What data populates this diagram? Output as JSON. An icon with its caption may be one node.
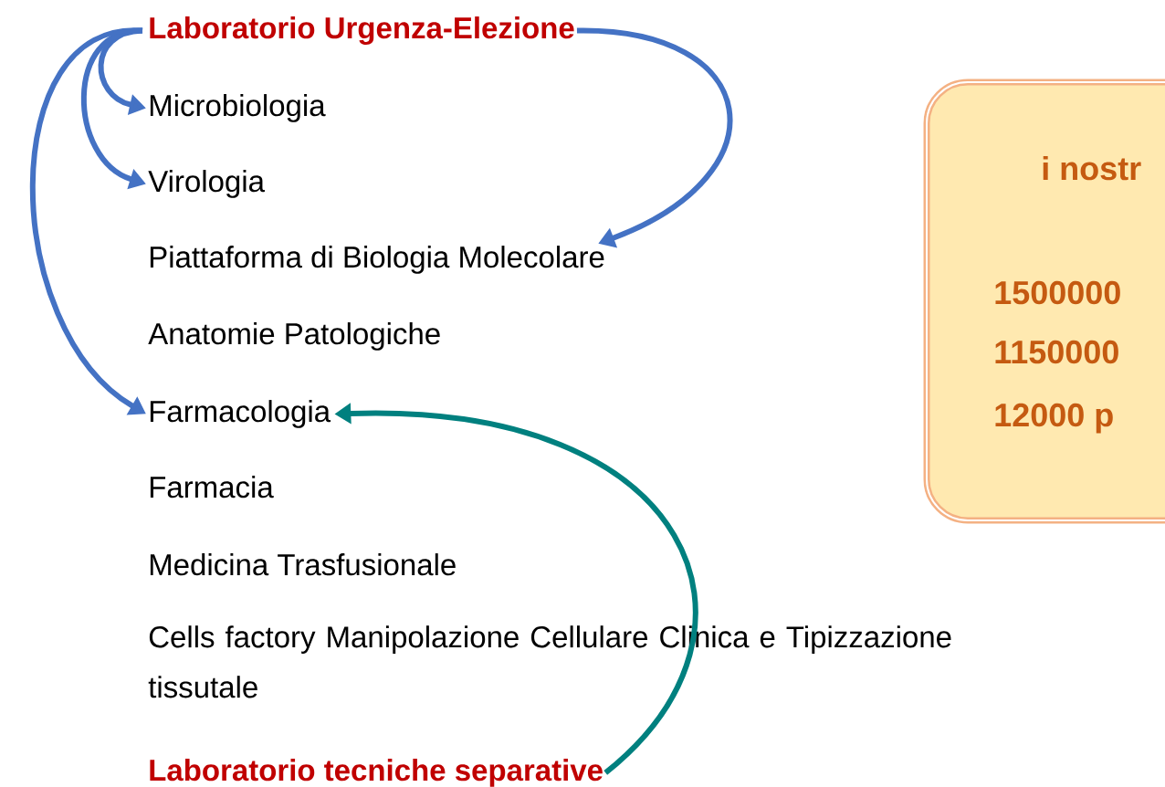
{
  "diagram": {
    "nodes": [
      {
        "text": [
          "Laboratorio Urgenza-Elezione"
        ]
      },
      {
        "text": [
          "Microbiologia"
        ]
      },
      {
        "text": [
          "Virologia"
        ]
      },
      {
        "text": [
          "Piattaforma di Biologia Molecolare"
        ]
      },
      {
        "text": [
          "Anatomie Patologiche"
        ]
      },
      {
        "text": [
          "Farmacologia"
        ]
      },
      {
        "text": [
          "Farmacia"
        ]
      },
      {
        "text": [
          "Medicina Trasfusionale"
        ]
      },
      {
        "text": [
          "Cells factory Manipolazione Cellulare Clinica e Tipizzazione tissutale"
        ]
      },
      {
        "text": [
          "Laboratorio tecniche separative"
        ]
      },
      {
        "text": [
          "i nostr",
          "1500000",
          "1150000",
          "12000 p"
        ]
      }
    ],
    "edges": [
      {
        "from": 0,
        "to": 1,
        "arrow": "to"
      },
      {
        "from": 0,
        "to": 2,
        "arrow": "to"
      },
      {
        "from": 0,
        "to": 5,
        "arrow": "to"
      },
      {
        "from": 0,
        "to": 3,
        "arrow": "to"
      },
      {
        "from": 9,
        "to": 5,
        "arrow": "to",
        "color": "#00807f"
      }
    ]
  }
}
